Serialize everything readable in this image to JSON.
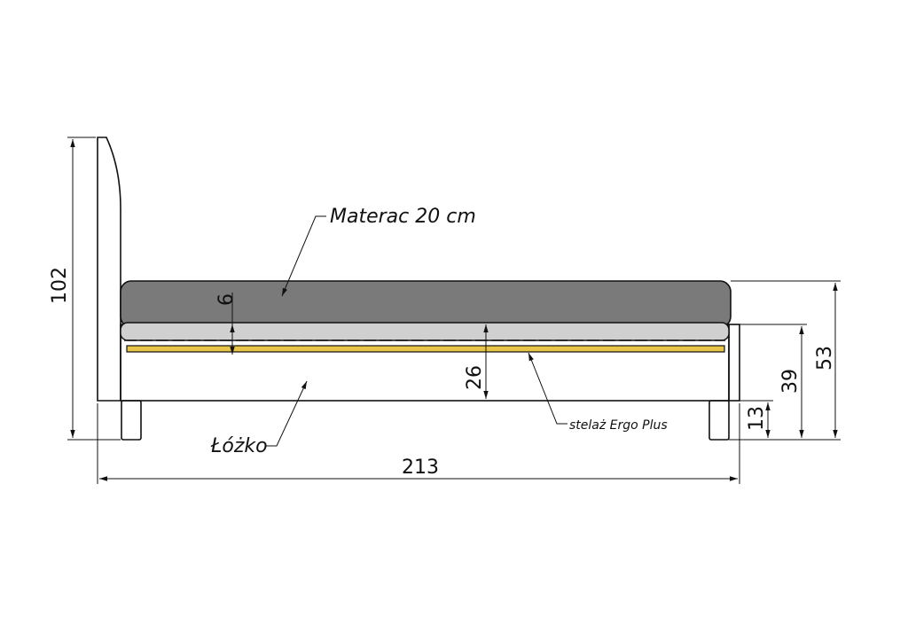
{
  "labels": {
    "mattress": "Materac 20 cm",
    "bed": "Łóżko",
    "frame": "stelaż Ergo Plus"
  },
  "dimensions": {
    "headboard_height": "102",
    "total_length": "213",
    "mattress_top_height": "53",
    "bed_height": "39",
    "leg_height": "13",
    "inner_depth": "26",
    "topper": "6"
  },
  "colors": {
    "mattress": "#7a7a7a",
    "topper": "#d0d0d0",
    "slats": "#e8c547",
    "line": "#111111"
  }
}
